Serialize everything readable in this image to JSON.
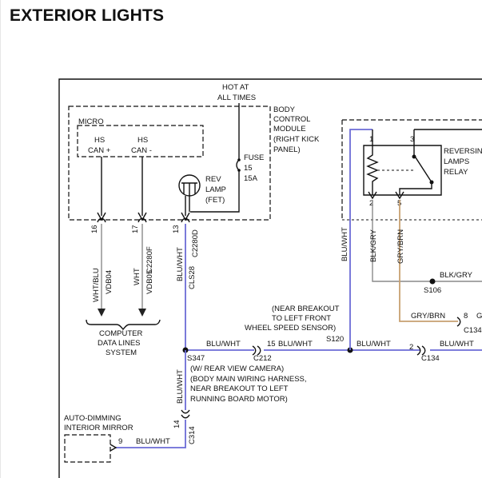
{
  "title": "EXTERIOR LIGHTS",
  "labels": {
    "hot_line1": "HOT AT",
    "hot_line2": "ALL TIMES",
    "bcm_line1": "BODY",
    "bcm_line2": "CONTROL",
    "bcm_line3": "MODULE",
    "bcm_line4": "(RIGHT KICK",
    "bcm_line5": "PANEL)",
    "micro": "MICRO",
    "hs_can_plus_1": "HS",
    "hs_can_plus_2": "CAN +",
    "hs_can_minus_1": "HS",
    "hs_can_minus_2": "CAN -",
    "fuse_1": "FUSE",
    "fuse_2": "15",
    "fuse_3": "15A",
    "rev_1": "REV",
    "rev_2": "LAMP",
    "rev_3": "(FET)",
    "pin16": "16",
    "pin17": "17",
    "pin13": "13",
    "wire_wht_blu": "WHT/BLU",
    "circ_vdb04": "VDB04",
    "wire_wht": "WHT",
    "circ_vdb05": "VDB05",
    "conn_c2280f": "C2280F",
    "wire_blu_wht_bcm": "BLU/WHT",
    "circ_cls28": "CLS28",
    "conn_c2280d": "C2280D",
    "comp_1": "COMPUTER",
    "comp_2": "DATA LINES",
    "comp_3": "SYSTEM",
    "wire_blu_wht_s347_c212": "BLU/WHT",
    "pin15": "15",
    "conn_c212": "C212",
    "wire_blu_wht_c212_s120": "BLU/WHT",
    "near_1": "(NEAR BREAKOUT",
    "near_2": "TO LEFT FRONT",
    "near_3": "WHEEL SPEED SENSOR)",
    "splice_s120": "S120",
    "splice_s347": "S347",
    "s347_1": "(W/ REAR VIEW CAMERA)",
    "s347_2": "(BODY MAIN WIRING HARNESS,",
    "s347_3": "NEAR BREAKOUT TO LEFT",
    "s347_4": "RUNNING BOARD MOTOR)",
    "wire_blu_wht_vert_s347": "BLU/WHT",
    "pin14": "14",
    "conn_c314": "C314",
    "mirror_1": "AUTO-DIMMING",
    "mirror_2": "INTERIOR MIRROR",
    "pin9": "9",
    "wire_blu_wht_mirror": "BLU/WHT",
    "wire_blu_wht_s120_up": "BLU/WHT",
    "wire_blu_wht_s120_c134": "BLU/WHT",
    "pin2_c134": "2",
    "conn_c134": "C134",
    "wire_blu_wht_right": "BLU/WHT",
    "relay_1": "REVERSIN",
    "relay_2": "LAMPS",
    "relay_3": "RELAY",
    "relay_pin1": "1",
    "relay_pin3": "3",
    "relay_pin2": "2",
    "relay_pin5": "5",
    "wire_blk_gry": "BLK/GRY",
    "wire_gry_brn": "GRY/BRN",
    "wire_blk_gry_h": "BLK/GRY",
    "splice_s106": "S106",
    "wire_gry_brn_h": "GRY/BRN",
    "pin8": "8",
    "conn_c134_right": "C134",
    "partial_g": "G"
  },
  "colors": {
    "wire_blue": "#6b6bd6",
    "wire_brown": "#c8a070",
    "wire_gray": "#8a8a8a",
    "ink": "#111111"
  }
}
